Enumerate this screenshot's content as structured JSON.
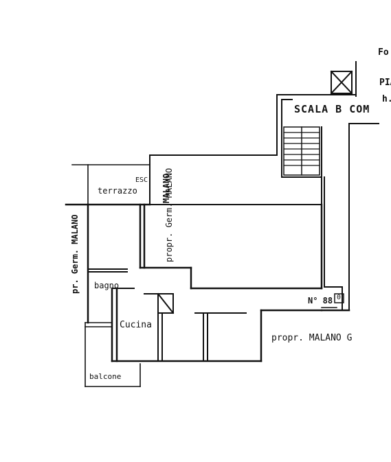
{
  "plan": {
    "stair_label": "SCALA B COM",
    "terrace_label": "terrazzo",
    "esc_label": "ESC",
    "owner_top_vertical": "MALANO",
    "owner_center_vertical": "propr. Germ. MALANO",
    "owner_left_vertical": "pr. Germ. MALANO",
    "bath_label": "bagno",
    "kitchen_label": "Cucina",
    "balcony_label": "balcone",
    "unit_number": "N° 88",
    "unit_marker": "0",
    "owner_right": "propr. MALANO G",
    "edge_text_1": "Fo",
    "edge_text_2": "PIA",
    "edge_text_3": "h."
  },
  "colors": {
    "ink": "#111111",
    "background": "#ffffff"
  }
}
